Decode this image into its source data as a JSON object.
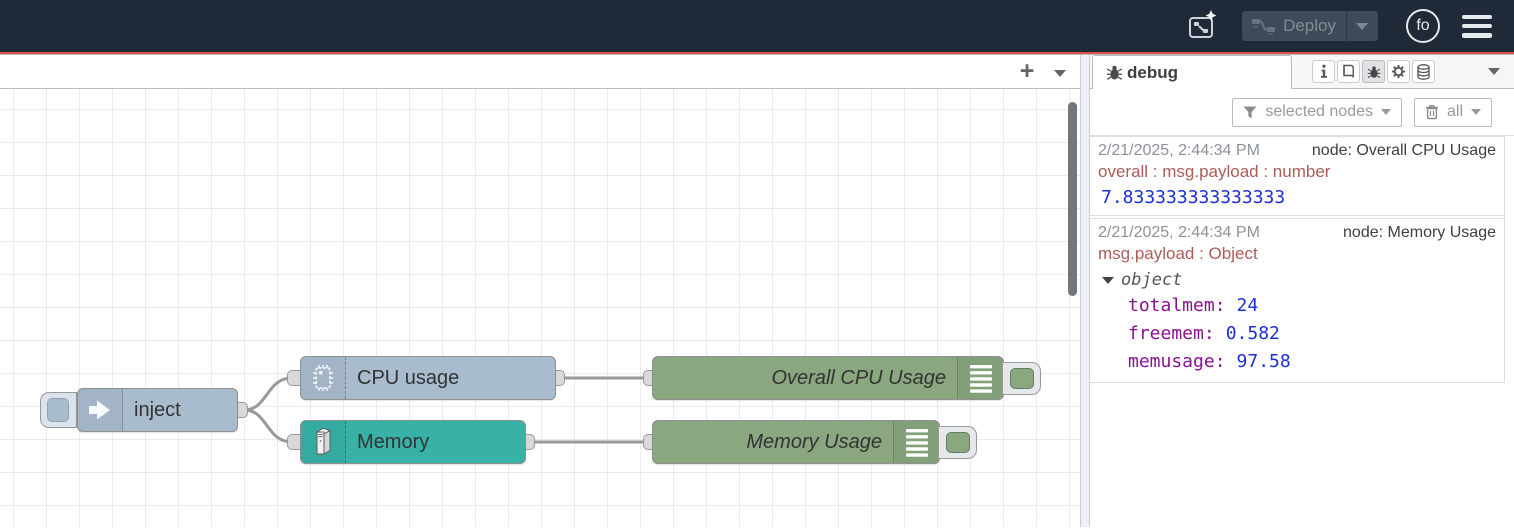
{
  "header": {
    "deploy_label": "Deploy",
    "avatar_label": "fo"
  },
  "workspace": {
    "add_flow_label": "+",
    "nodes": {
      "inject": {
        "label": "inject"
      },
      "cpu": {
        "label": "CPU usage"
      },
      "memory": {
        "label": "Memory"
      },
      "overall_cpu": {
        "label": "Overall CPU Usage"
      },
      "memory_usage": {
        "label": "Memory Usage"
      }
    }
  },
  "sidebar": {
    "tab_label": "debug",
    "filter_label": "selected nodes",
    "clear_label": "all",
    "messages": [
      {
        "timestamp": "2/21/2025, 2:44:34 PM",
        "source": "node: Overall CPU Usage",
        "path": "overall : msg.payload : number",
        "value": "7.833333333333333"
      },
      {
        "timestamp": "2/21/2025, 2:44:34 PM",
        "source": "node: Memory Usage",
        "path": "msg.payload : Object",
        "object_label": "object",
        "entries": [
          {
            "key": "totalmem:",
            "value": "24"
          },
          {
            "key": "freemem:",
            "value": "0.582"
          },
          {
            "key": "memusage:",
            "value": "97.58"
          }
        ]
      }
    ]
  },
  "colors": {
    "header_bg": "#202938",
    "header_underline": "#dc4f4f",
    "node_inject": "#a9bcce",
    "node_memory": "#38b1a7",
    "node_debug": "#8aa77f",
    "wire": "#999999",
    "debug_number_blue": "#1c2fd8",
    "debug_key_purple": "#881391",
    "debug_path_red": "#ac5c58"
  }
}
